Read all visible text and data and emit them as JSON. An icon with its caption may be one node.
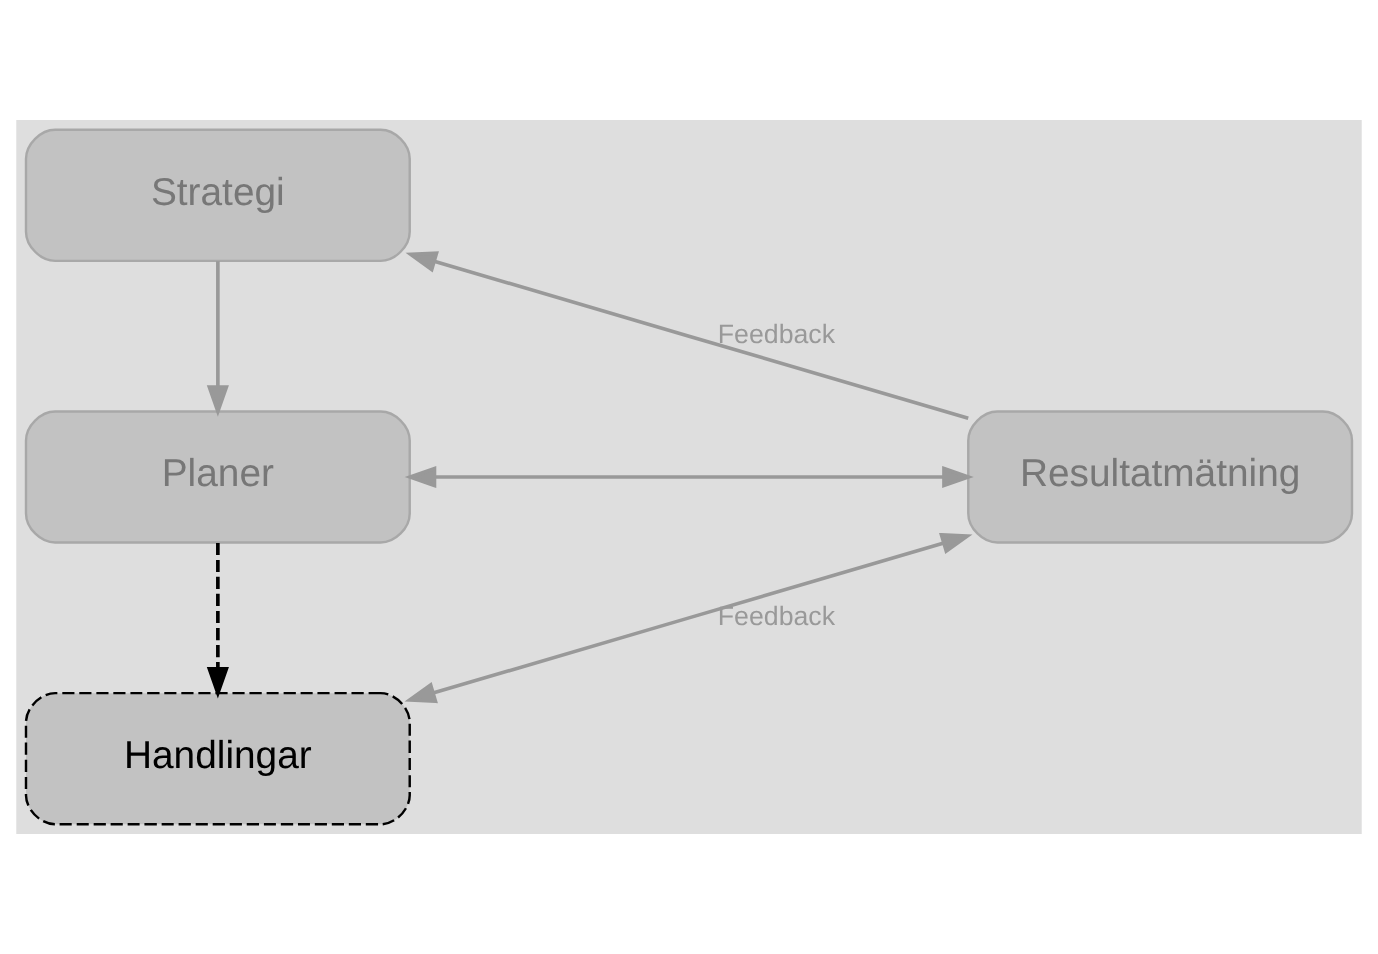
{
  "diagram": {
    "nodes": [
      {
        "text": [
          "Strategi"
        ]
      },
      {
        "text": [
          "Planer"
        ]
      },
      {
        "text": [
          "Resultatmätning"
        ]
      },
      {
        "text": [
          "Handlingar"
        ]
      }
    ],
    "edges": [
      {
        "from": 0,
        "to": 1,
        "arrow": "to"
      },
      {
        "from": 2,
        "to": 0,
        "arrow": "to",
        "label": "Feedback"
      },
      {
        "from": 1,
        "to": 2,
        "arrow": "both"
      },
      {
        "from": 1,
        "to": 3,
        "arrow": "to",
        "style": "dashed",
        "color": "#000000"
      },
      {
        "from": 3,
        "to": 2,
        "arrow": "both",
        "label": "Feedback"
      }
    ]
  }
}
